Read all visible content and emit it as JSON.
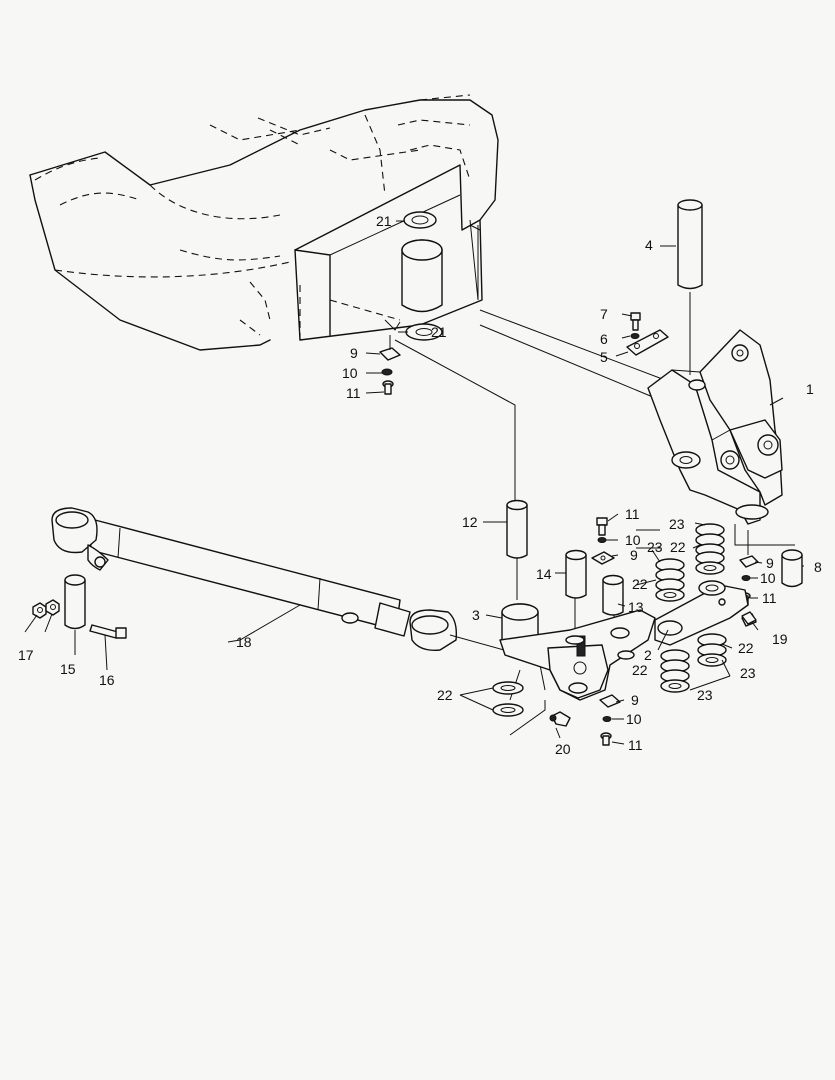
{
  "callouts": [
    {
      "id": "c1",
      "text": "1"
    },
    {
      "id": "c2",
      "text": "2"
    },
    {
      "id": "c3",
      "text": "3"
    },
    {
      "id": "c4",
      "text": "4"
    },
    {
      "id": "c5",
      "text": "5"
    },
    {
      "id": "c6",
      "text": "6"
    },
    {
      "id": "c7",
      "text": "7"
    },
    {
      "id": "c8",
      "text": "8"
    },
    {
      "id": "c9a",
      "text": "9"
    },
    {
      "id": "c9b",
      "text": "9"
    },
    {
      "id": "c9c",
      "text": "9"
    },
    {
      "id": "c9d",
      "text": "9"
    },
    {
      "id": "c10a",
      "text": "10"
    },
    {
      "id": "c10b",
      "text": "10"
    },
    {
      "id": "c10c",
      "text": "10"
    },
    {
      "id": "c10d",
      "text": "10"
    },
    {
      "id": "c11a",
      "text": "11"
    },
    {
      "id": "c11b",
      "text": "11"
    },
    {
      "id": "c11c",
      "text": "11"
    },
    {
      "id": "c11d",
      "text": "11"
    },
    {
      "id": "c12",
      "text": "12"
    },
    {
      "id": "c13",
      "text": "13"
    },
    {
      "id": "c14",
      "text": "14"
    },
    {
      "id": "c15",
      "text": "15"
    },
    {
      "id": "c16",
      "text": "16"
    },
    {
      "id": "c17",
      "text": "17"
    },
    {
      "id": "c18",
      "text": "18"
    },
    {
      "id": "c19",
      "text": "19"
    },
    {
      "id": "c20",
      "text": "20"
    },
    {
      "id": "c21a",
      "text": "21"
    },
    {
      "id": "c21b",
      "text": "21"
    },
    {
      "id": "c22a",
      "text": "22"
    },
    {
      "id": "c22b",
      "text": "22"
    },
    {
      "id": "c22c",
      "text": "22"
    },
    {
      "id": "c22d",
      "text": "22"
    },
    {
      "id": "c22e",
      "text": "22"
    },
    {
      "id": "c23a",
      "text": "23"
    },
    {
      "id": "c23b",
      "text": "23"
    },
    {
      "id": "c23c",
      "text": "23"
    },
    {
      "id": "c23d",
      "text": "23"
    }
  ]
}
